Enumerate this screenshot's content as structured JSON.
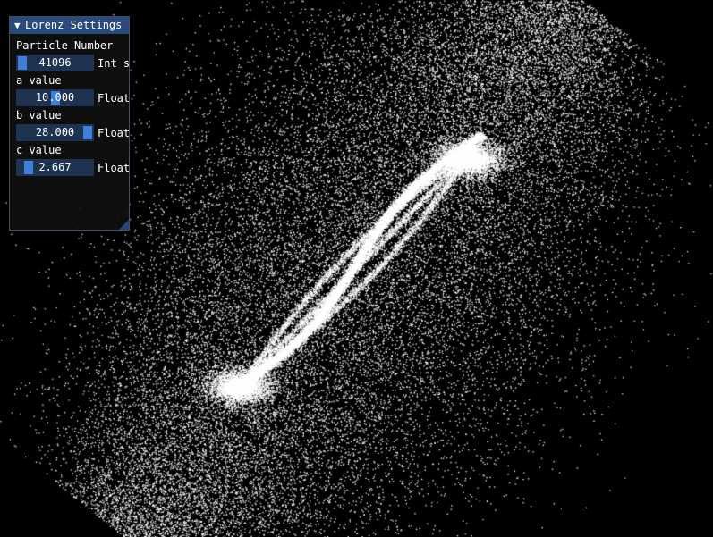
{
  "window": {
    "title": "Lorenz Settings",
    "collapse_icon": "triangle-down-icon"
  },
  "controls": [
    {
      "label": "Particle Number",
      "value": "41096",
      "kind": "Int s",
      "fraction": 0.0
    },
    {
      "label": "a value",
      "value": "10.000",
      "kind": "Float",
      "fraction": 0.5
    },
    {
      "label": "b value",
      "value": "28.000",
      "kind": "Float",
      "fraction": 1.0
    },
    {
      "label": "c value",
      "value": "2.667",
      "kind": "Float",
      "fraction": 0.1
    }
  ],
  "colors": {
    "background": "#000000",
    "particle": "#ffffff",
    "title_bar": "#294a7a",
    "slider_frame": "#1e3252",
    "slider_grab": "#3d7fd9"
  }
}
